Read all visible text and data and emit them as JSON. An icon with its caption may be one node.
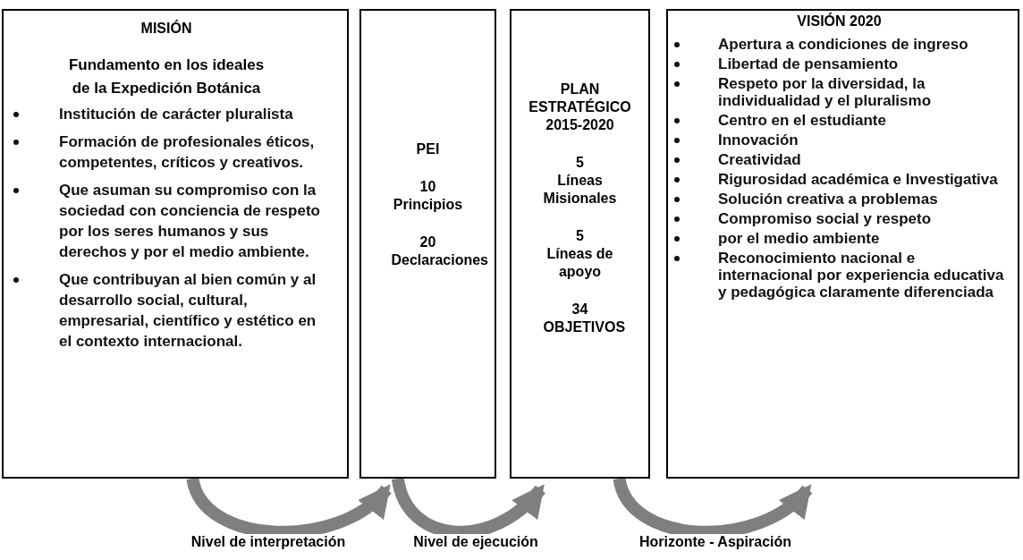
{
  "diagram": {
    "nodes": [
      {
        "text": [
          "MISIÓN",
          "Fundamento en los ideales de la Expedición Botánica",
          "Institución de carácter pluralista",
          "Formación de profesionales éticos, competentes, críticos y creativos.",
          "Que asuman su compromiso con la sociedad con conciencia de respeto por los seres humanos y sus derechos y por el medio ambiente.",
          "Que contribuyan al bien común y al desarrollo social, cultural, empresarial, científico y estético en el contexto internacional."
        ]
      },
      {
        "text": [
          "PEI",
          "10",
          "Principios",
          "20",
          "Declaraciones"
        ]
      },
      {
        "text": [
          "PLAN ESTRATÉGICO 2015-2020",
          "5",
          "Líneas Misionales",
          "5",
          "Líneas de apoyo",
          "34",
          "OBJETIVOS"
        ]
      },
      {
        "text": [
          "VISIÓN 2020",
          "Apertura a condiciones de ingreso",
          "Libertad de pensamiento",
          "Respeto por la diversidad, la individualidad y el pluralismo",
          "Centro en el estudiante",
          "Innovación",
          "Creatividad",
          "Rigurosidad académica e Investigativa",
          "Solución creativa a problemas",
          "Compromiso social y respeto",
          "por el medio ambiente",
          "Reconocimiento nacional e internacional por experiencia educativa y pedagógica claramente diferenciada"
        ]
      }
    ],
    "edges": [
      {
        "from": 0,
        "to": 1,
        "arrow": "to",
        "label": "Nivel de interpretación"
      },
      {
        "from": 1,
        "to": 2,
        "arrow": "to",
        "label": "Nivel de ejecución"
      },
      {
        "from": 2,
        "to": 3,
        "arrow": "to",
        "label": "Horizonte - Aspiración"
      }
    ]
  }
}
